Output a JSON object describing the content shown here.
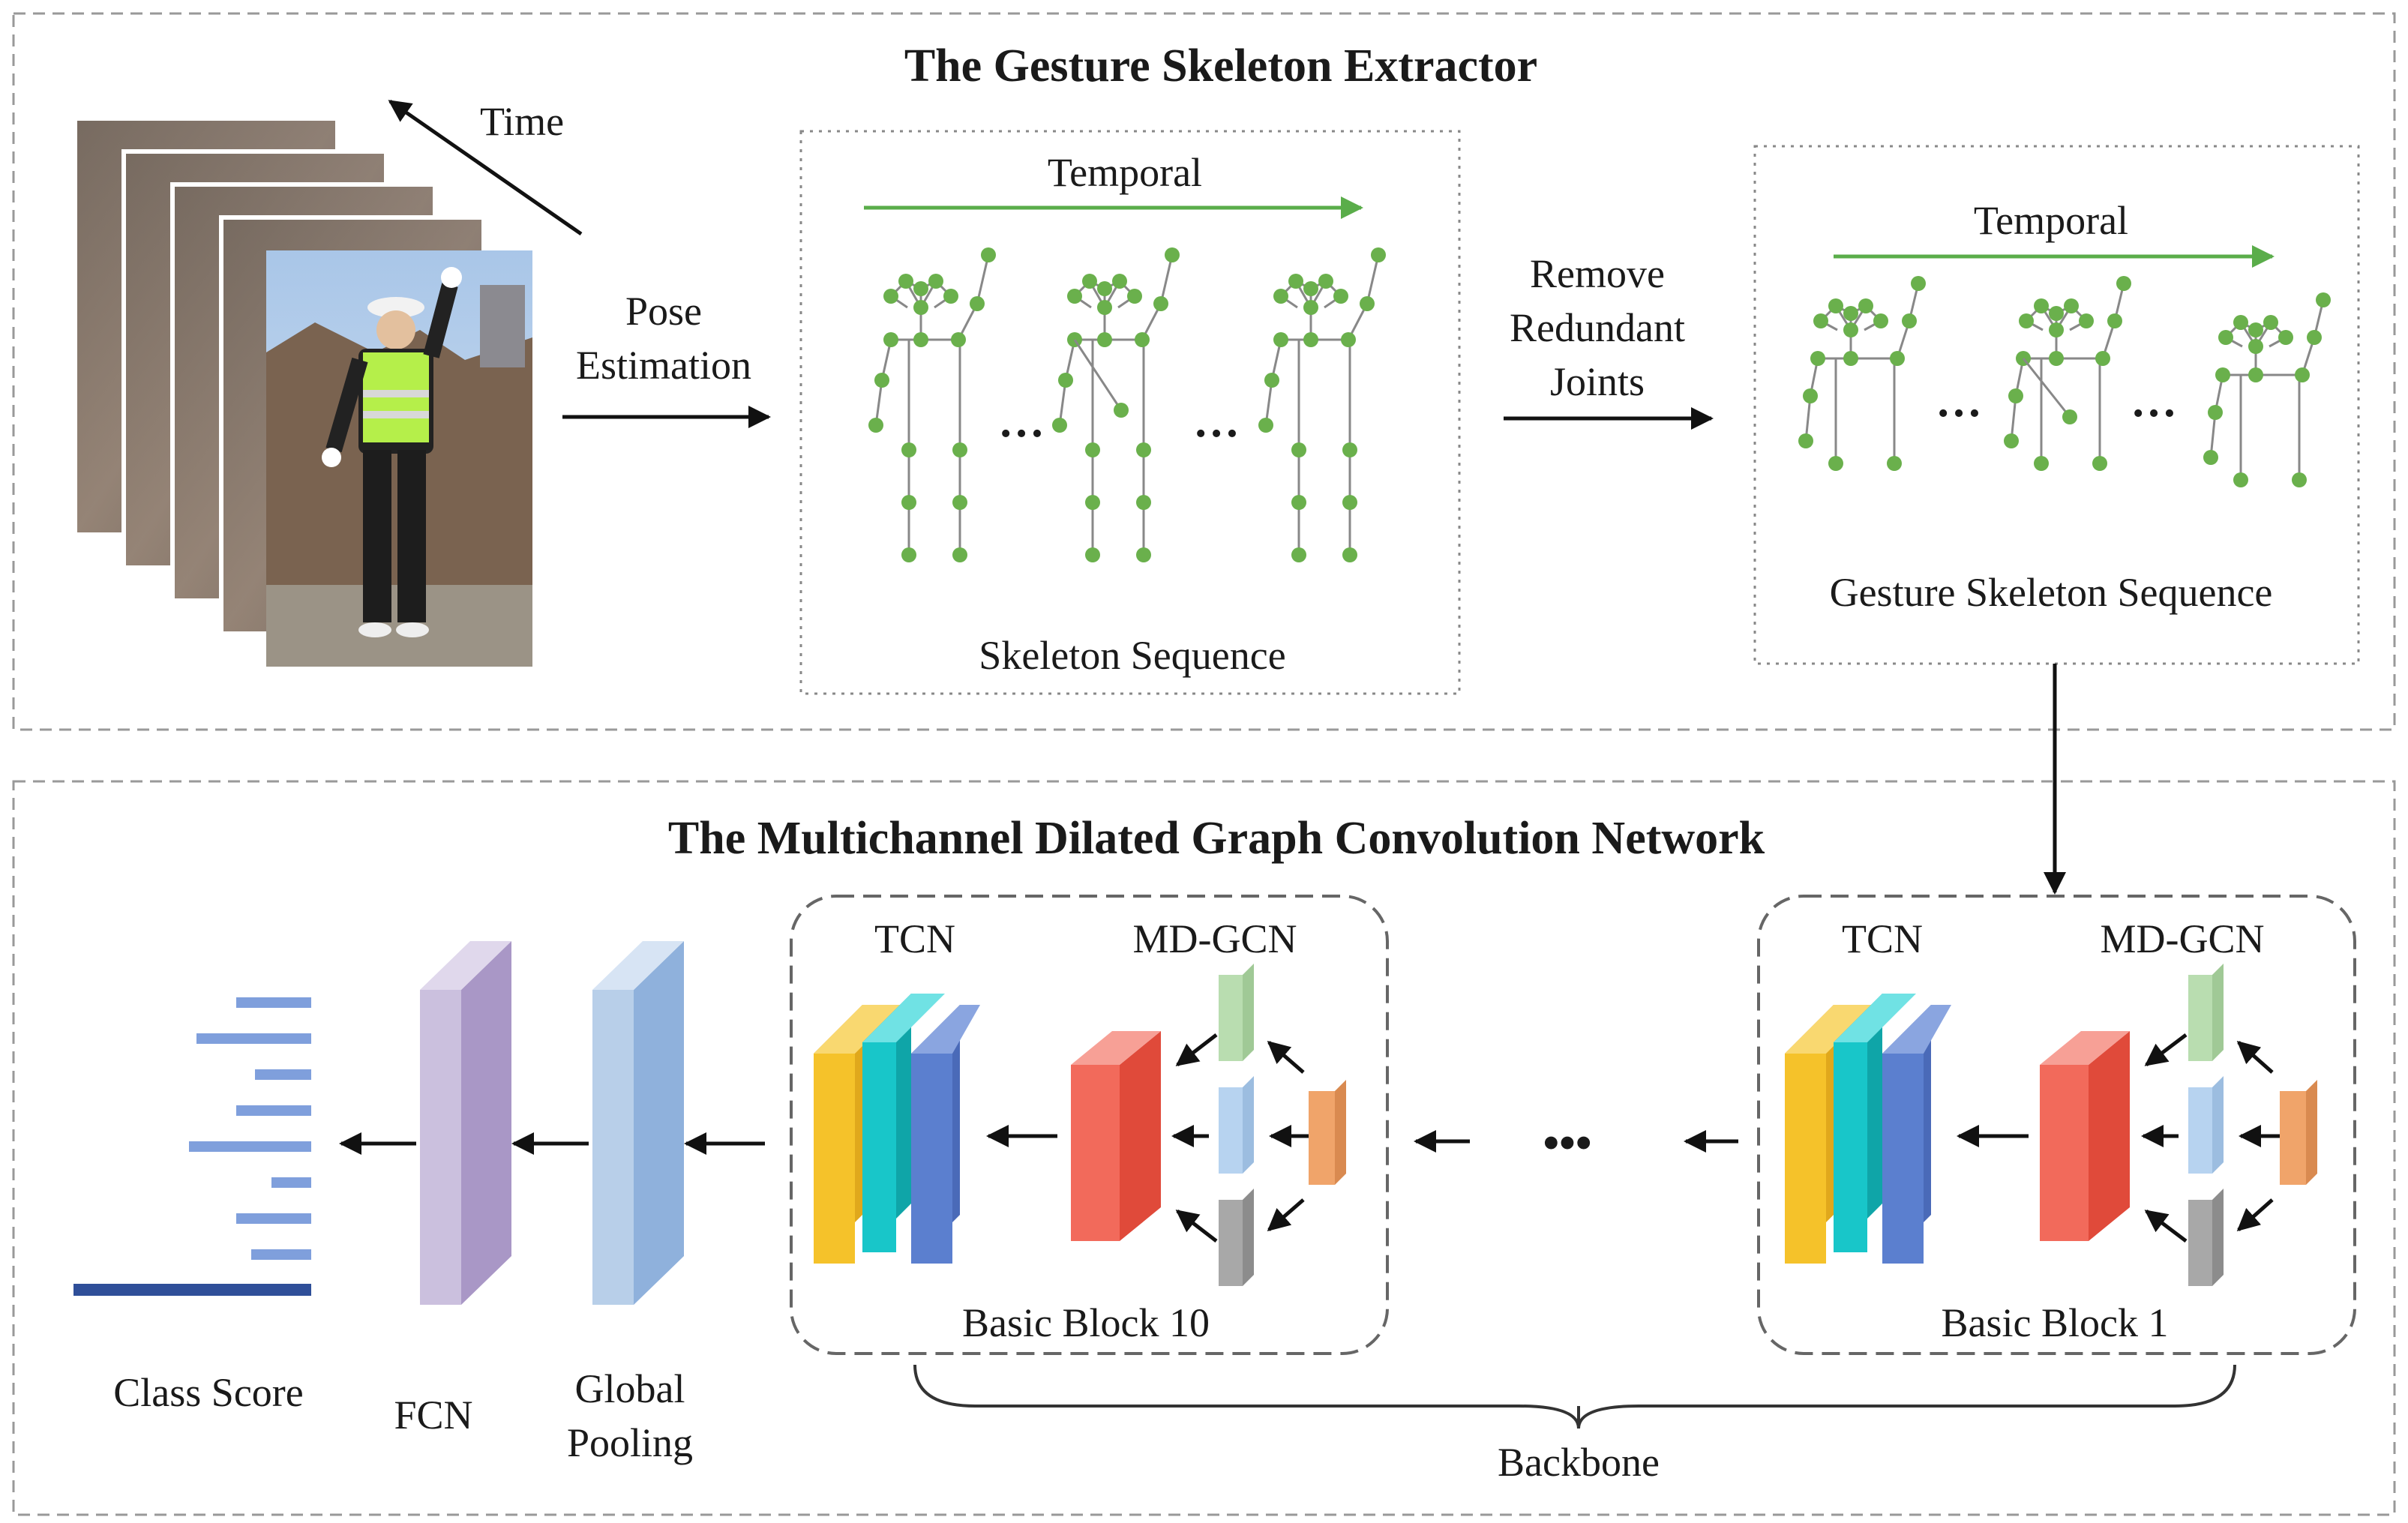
{
  "top_panel": {
    "title": "The Gesture Skeleton Extractor",
    "time_label": "Time",
    "pose_estimation": [
      "Pose",
      "Estimation"
    ],
    "temporal_label": "Temporal",
    "skeleton_sequence_label": "Skeleton Sequence",
    "remove_redundant": [
      "Remove",
      "Redundant",
      "Joints"
    ],
    "gesture_temporal_label": "Temporal",
    "gesture_skeleton_sequence_label": "Gesture Skeleton Sequence",
    "ellipsis": "…"
  },
  "bottom_panel": {
    "title": "The Multichannel Dilated Graph Convolution Network",
    "class_score_label": "Class Score",
    "fcn_label": "FCN",
    "global_pooling": [
      "Global",
      "Pooling"
    ],
    "block10": {
      "tcn": "TCN",
      "mdgcn": "MD-GCN",
      "name": "Basic Block 10"
    },
    "block1": {
      "tcn": "TCN",
      "mdgcn": "MD-GCN",
      "name": "Basic Block 1"
    },
    "backbone_label": "Backbone",
    "ellipsis": "•••"
  },
  "colors": {
    "skeleton_green": "#6ab04c",
    "temporal_arrow": "#5aad4a",
    "tcn_yellow": "#f5c22a",
    "tcn_cyan": "#18c6c9",
    "tcn_blue": "#5b7fcf",
    "gcn_red": "#f26a5b",
    "mdgcn_green": "#b9ddb0",
    "mdgcn_blue": "#b7d3f0",
    "mdgcn_gray": "#a8a8a8",
    "mdgcn_orange": "#f0a46a",
    "fcn_purple": "#b3a3cc",
    "pooling_blue": "#9bbce2",
    "score_bar": "#7f9fdc",
    "score_bar_top": "#2f4f99"
  }
}
